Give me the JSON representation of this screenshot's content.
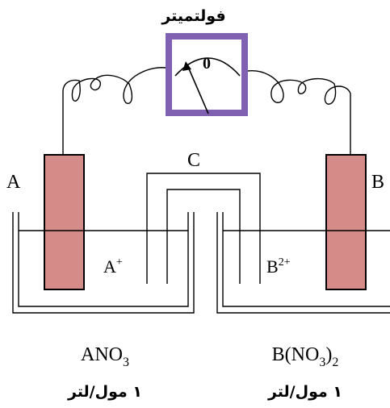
{
  "voltmeter": {
    "title": "فولتميتر",
    "reading": "0"
  },
  "electrodes": {
    "left": {
      "label": "A",
      "ion": "A",
      "ion_charge": "+"
    },
    "right": {
      "label": "B",
      "ion": "B",
      "ion_charge": "2+"
    }
  },
  "salt_bridge": {
    "label": "C"
  },
  "solutions": {
    "left": {
      "formula_main": "ANO",
      "formula_sub": "3",
      "concentration": "١ مول/لتر"
    },
    "right": {
      "formula_prefix": "B(NO",
      "formula_sub1": "3",
      "formula_suffix": ")",
      "formula_sub2": "2",
      "concentration": "١ مول/لتر"
    }
  },
  "colors": {
    "electrode_fill": "#d58b88",
    "meter_frame": "#8060b0",
    "line": "#000000"
  }
}
